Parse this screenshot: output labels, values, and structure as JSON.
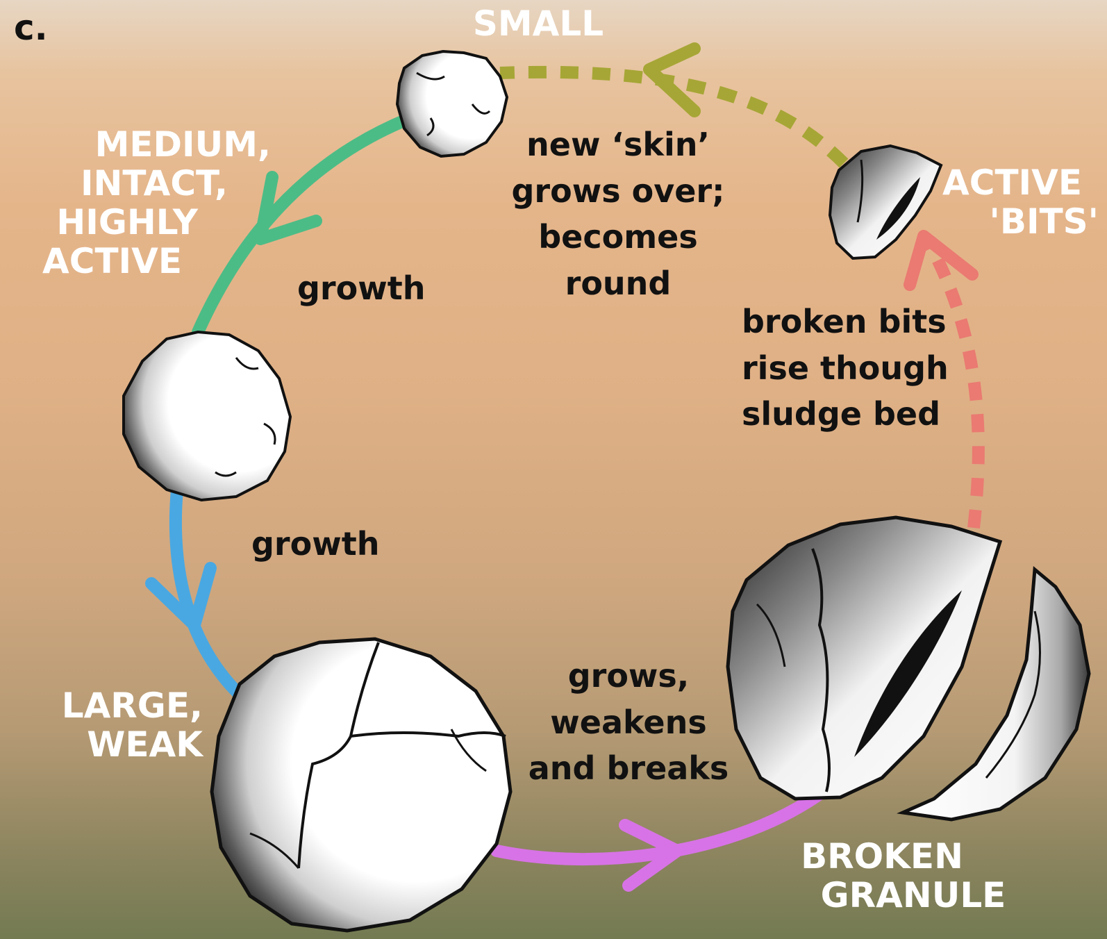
{
  "panel_label": "c.",
  "stages": {
    "small": "SMALL",
    "medium": [
      "MEDIUM,",
      "INTACT,",
      "HIGHLY",
      "ACTIVE"
    ],
    "large": [
      "LARGE,",
      "WEAK"
    ],
    "broken": [
      "BROKEN",
      "GRANULE"
    ],
    "active_bits": [
      "ACTIVE",
      "'BITS'"
    ]
  },
  "transitions": {
    "growth_1": "growth",
    "growth_2": "growth",
    "breaks": [
      "grows,",
      "weakens",
      "and breaks"
    ],
    "rise": [
      "broken bits",
      "rise though",
      "sludge bed"
    ],
    "new_skin": [
      "new ‘skin’",
      "grows over;",
      "becomes",
      "round"
    ]
  },
  "colors": {
    "green_arrow": "#4cbc86",
    "blue_arrow": "#49a8e2",
    "magenta_arrow": "#d773e6",
    "red_dashed_arrow": "#ea7a72",
    "olive_dashed_arrow": "#a6a636",
    "label_white": "#ffffff",
    "label_black": "#111111"
  }
}
